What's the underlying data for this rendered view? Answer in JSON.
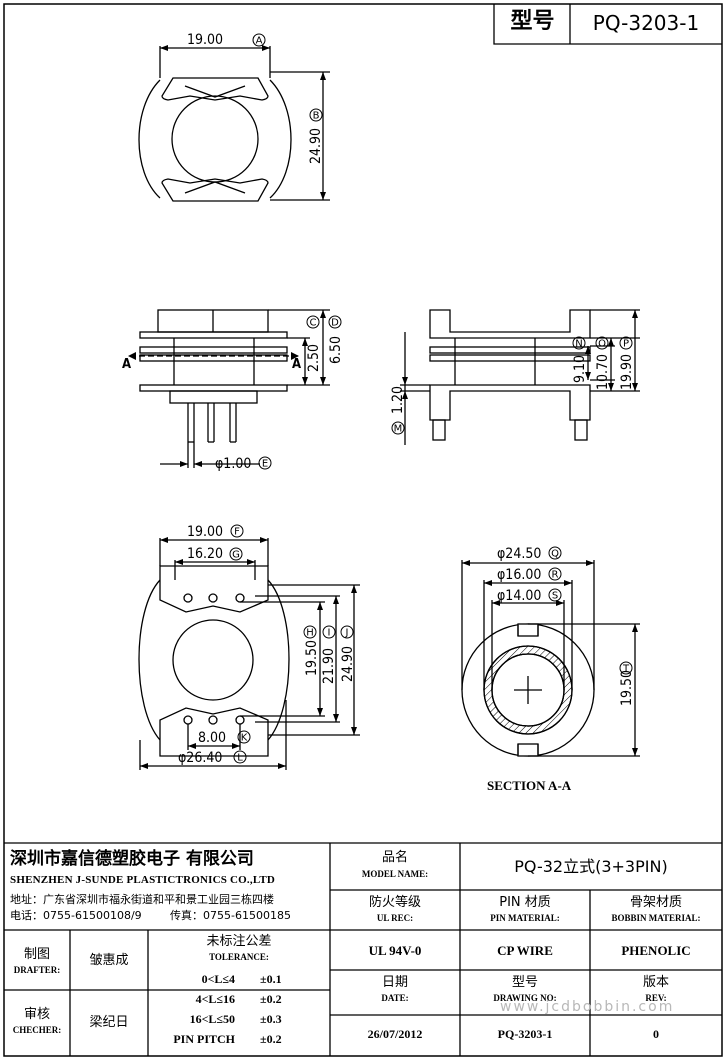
{
  "header": {
    "model_label": "型号",
    "model_value": "PQ-3203-1"
  },
  "dimensions": {
    "A": "19.00",
    "B": "24.90",
    "C": "2.50",
    "D": "6.50",
    "E": "φ1.00",
    "F": "19.00",
    "G": "16.20",
    "H": "19.50",
    "I": "21.90",
    "J": "24.90",
    "K": "8.00",
    "L": "φ26.40",
    "M": "1.20",
    "N": "9.10",
    "O": "10.70",
    "P": "19.90",
    "Q": "φ24.50",
    "R": "φ16.00",
    "S": "φ14.00",
    "T": "19.50"
  },
  "dim_letters": [
    "A",
    "B",
    "C",
    "D",
    "E",
    "F",
    "G",
    "H",
    "I",
    "J",
    "K",
    "L",
    "M",
    "N",
    "O",
    "P",
    "Q",
    "R",
    "S",
    "T"
  ],
  "section_marker": "A",
  "section_label": "SECTION A-A",
  "title_block": {
    "company_cn": "深圳市嘉信德塑胶电子 有限公司",
    "company_en": "SHENZHEN J-SUNDE PLASTICTRONICS CO.,LTD",
    "address": "地址：广东省深圳市福永街道和平和景工业园三栋四楼",
    "tel": "电话：0755-61500108/9",
    "fax": "传真：0755-61500185",
    "model_name_cn": "品名",
    "model_name_en": "MODEL NAME:",
    "model_name_value": "PQ-32立式(3+3PIN)",
    "ul_cn": "防火等级",
    "ul_en": "UL REC:",
    "ul_value": "UL 94V-0",
    "pin_cn": "PIN 材质",
    "pin_en": "PIN MATERIAL:",
    "pin_value": "CP WIRE",
    "bobbin_cn": "骨架材质",
    "bobbin_en": "BOBBIN MATERIAL:",
    "bobbin_value": "PHENOLIC",
    "drafter_cn": "制图",
    "drafter_en": "DRAFTER:",
    "drafter_value": "皱惠成",
    "checker_cn": "审核",
    "checker_en": "CHECHER:",
    "checker_value": "梁纪日",
    "tolerance_cn": "未标注公差",
    "tolerance_en": "TOLERANCE:",
    "tolerances": [
      {
        "range": "0<L≤4",
        "value": "±0.1"
      },
      {
        "range": "4<L≤16",
        "value": "±0.2"
      },
      {
        "range": "16<L≤50",
        "value": "±0.3"
      },
      {
        "range": "PIN PITCH",
        "value": "±0.2"
      }
    ],
    "date_cn": "日期",
    "date_en": "DATE:",
    "date_value": "26/07/2012",
    "drawing_cn": "型号",
    "drawing_en": "DRAWING NO:",
    "drawing_value": "PQ-3203-1",
    "rev_cn": "版本",
    "rev_en": "REV:",
    "rev_value": "0"
  },
  "watermark": "www.jcdbobbin.com"
}
